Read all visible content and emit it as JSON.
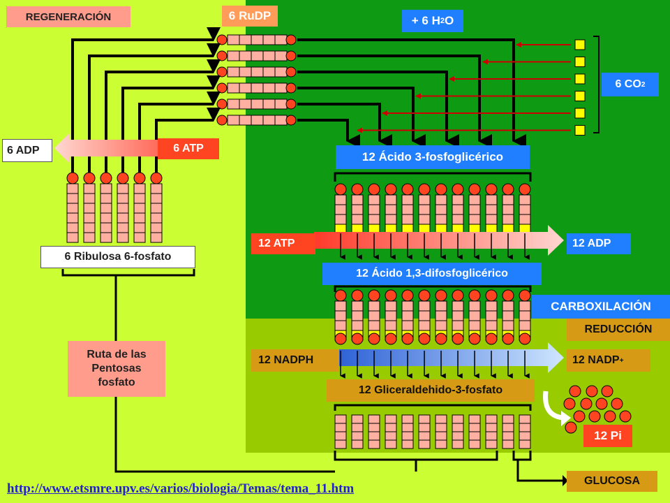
{
  "colors": {
    "lime": "#ccff33",
    "dark_green": "#0e9a12",
    "olive": "#99cc00",
    "orange_red": "#ff4422",
    "pink": "#ff9c8c",
    "salmon": "#ffb0a0",
    "yellow": "#ffff00",
    "blue": "#1f7fff",
    "gold": "#d69a14"
  },
  "labels": {
    "regeneracion": "REGENERACIÓN",
    "rudp": "6 RuDP",
    "h2o_main": "+ 6 H",
    "h2o_sub": "2",
    "h2o_tail": "O",
    "co2_main": "6  CO",
    "co2_sub": "2",
    "adp6": "6 ADP",
    "atp6": "6 ATP",
    "acido3pg": "12 Ácido 3-fosfoglicérico",
    "atp12": "12 ATP",
    "adp12": "12 ADP",
    "ribulosa": "6 Ribulosa 6-fosfato",
    "acido13dpg": "12 Ácido 1,3-difosfoglicérico",
    "carboxilacion": "CARBOXILACIÓN",
    "reduccion": "REDUCCIÓN",
    "ruta_line1": "Ruta de las",
    "ruta_line2": "Pentosas",
    "ruta_line3": "fosfato",
    "nadph": "12 NADPH",
    "nadp_main": "12 NADP",
    "nadp_sup": "+",
    "gliceraldehido": "12 Gliceraldehido-3-fosfato",
    "pi": "12 Pi",
    "glucosa": "GLUCOSA"
  },
  "footer": {
    "url": "http://www.etsmre.upv.es/varios/biologia/Temas/tema_11.htm"
  }
}
